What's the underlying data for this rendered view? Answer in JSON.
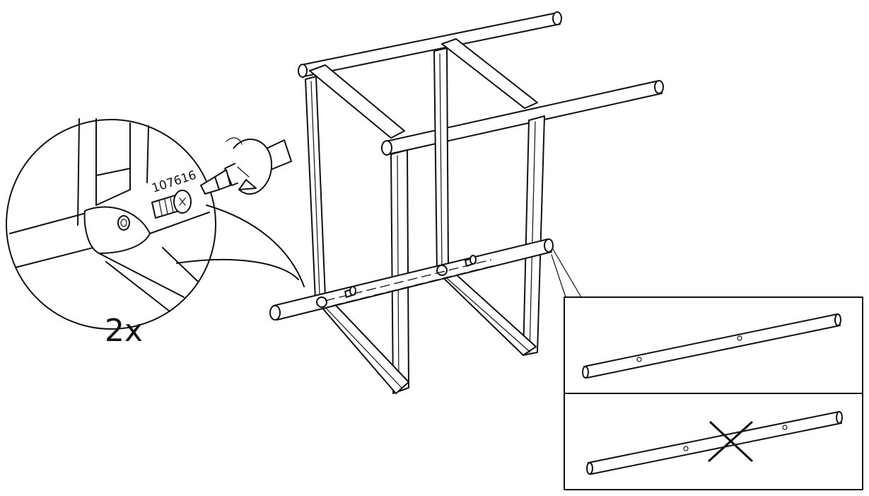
{
  "callout": {
    "part_number": "107616",
    "quantity": "2x"
  },
  "icons": {
    "rotation": "clockwise-rotation-arrow-icon",
    "screwdriver": "screwdriver-icon",
    "screw": "screw-icon",
    "correct_hint": "correct-orientation-panel",
    "wrong_hint": "wrong-orientation-cross-icon"
  },
  "colors": {
    "line": "#111111",
    "background": "#ffffff"
  }
}
